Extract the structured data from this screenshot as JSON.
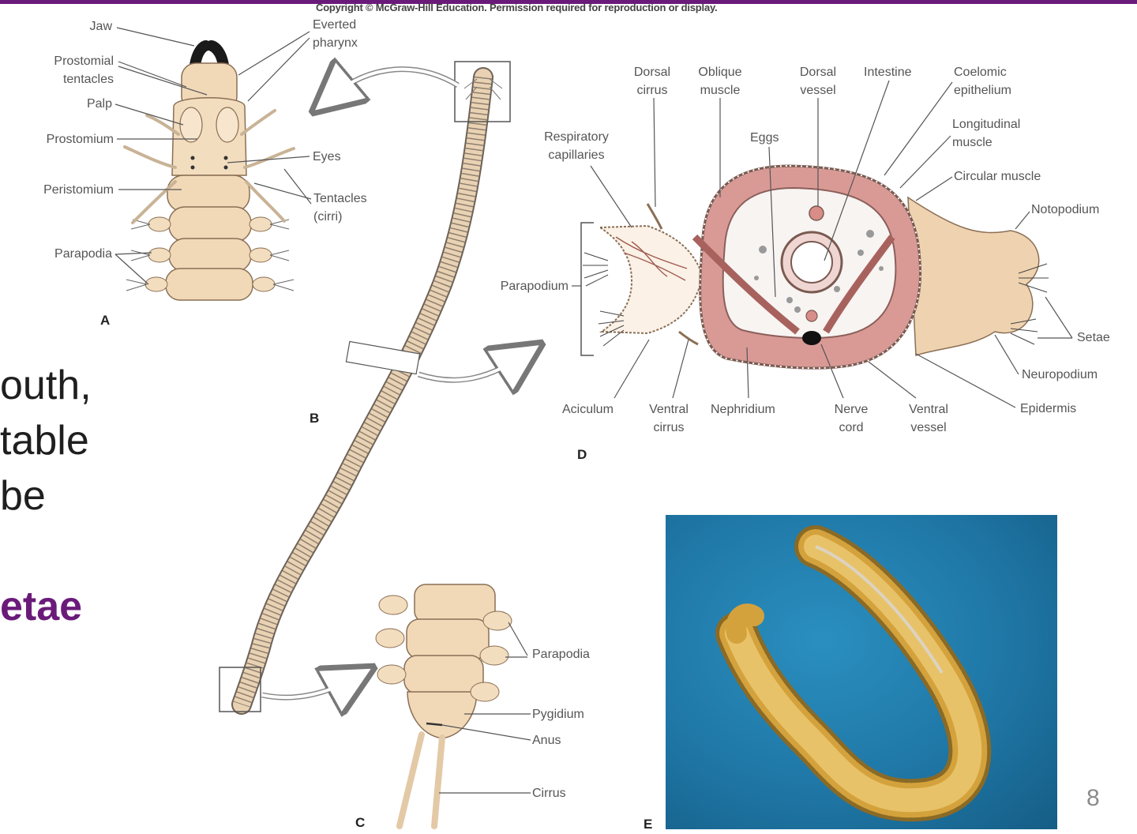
{
  "header": {
    "copyright": "Copyright © McGraw-Hill Education. Permission required for reproduction or display."
  },
  "slide_text": {
    "line1": "outh,",
    "line2": "table",
    "line3": "be",
    "line4": "etae"
  },
  "page_number": "8",
  "figure": {
    "panel_a": {
      "letter": "A",
      "labels": {
        "jaw": "Jaw",
        "everted_pharynx": "Everted\npharynx",
        "prostomial_tentacles": "Prostomial\ntentacles",
        "palp": "Palp",
        "prostomium": "Prostomium",
        "eyes": "Eyes",
        "peristomium": "Peristomium",
        "tentacles": "Tentacles\n(cirri)",
        "parapodia": "Parapodia"
      }
    },
    "panel_b": {
      "letter": "B"
    },
    "panel_c": {
      "letter": "C",
      "labels": {
        "parapodia": "Parapodia",
        "pygidium": "Pygidium",
        "anus": "Anus",
        "cirrus": "Cirrus"
      }
    },
    "panel_d": {
      "letter": "D",
      "labels": {
        "dorsal_cirrus": "Dorsal\ncirrus",
        "oblique_muscle": "Oblique\nmuscle",
        "dorsal_vessel": "Dorsal\nvessel",
        "intestine": "Intestine",
        "coelomic_epithelium": "Coelomic\nepithelium",
        "respiratory_capillaries": "Respiratory\ncapillaries",
        "eggs": "Eggs",
        "longitudinal_muscle": "Longitudinal\nmuscle",
        "circular_muscle": "Circular muscle",
        "notopodium": "Notopodium",
        "parapodium": "Parapodium",
        "setae": "Setae",
        "neuropodium": "Neuropodium",
        "epidermis": "Epidermis",
        "aciculum": "Aciculum",
        "ventral_cirrus": "Ventral\ncirrus",
        "nephridium": "Nephridium",
        "nerve_cord": "Nerve\ncord",
        "ventral_vessel": "Ventral\nvessel"
      }
    },
    "panel_e": {
      "letter": "E"
    }
  },
  "colors": {
    "accent_purple": "#6a1b7a",
    "worm_skin": "#f1d9b8",
    "muscle_pink": "#d99a96",
    "photo_blue": "#1f77a6",
    "worm_photo_gold": "#d4a23c"
  }
}
